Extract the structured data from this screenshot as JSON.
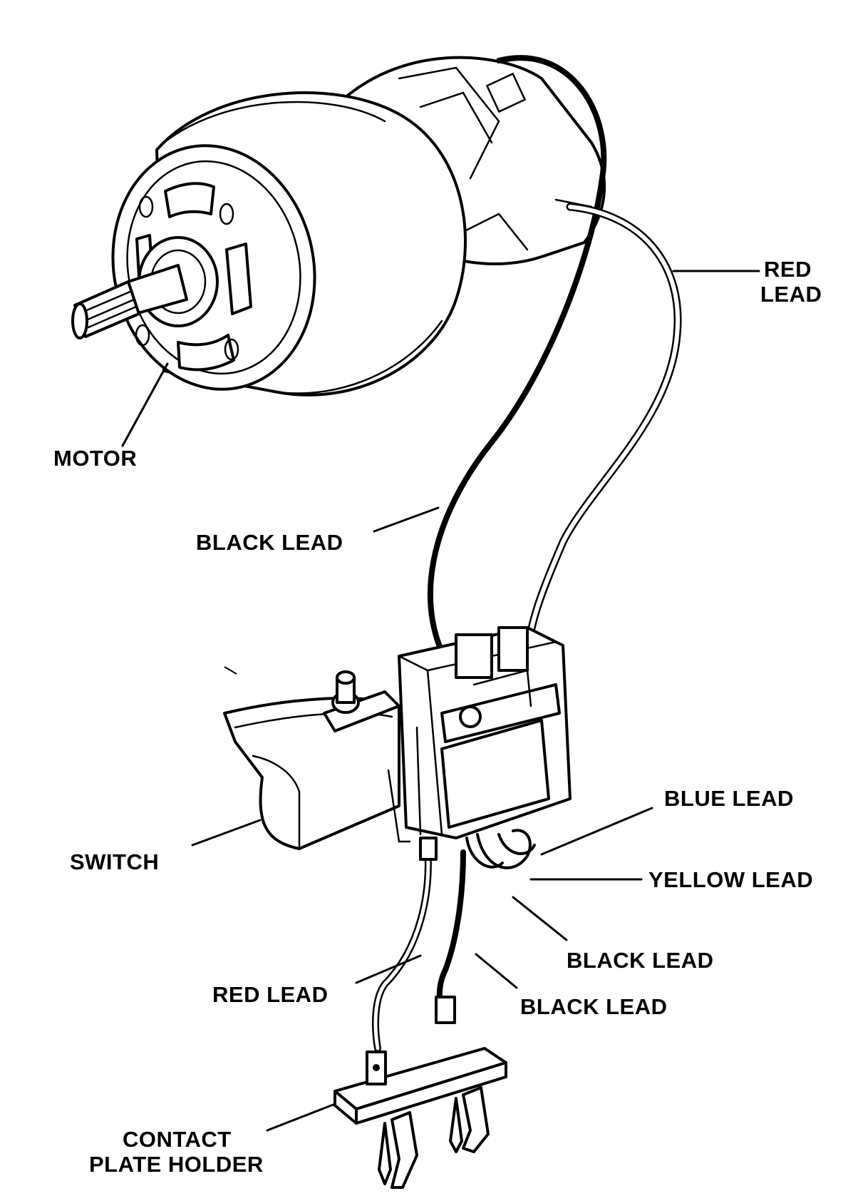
{
  "labels": {
    "motor": "MOTOR",
    "red_lead_top_1": "RED",
    "red_lead_top_2": "LEAD",
    "black_lead_upper": "BLACK LEAD",
    "switch": "SWITCH",
    "blue_lead": "BLUE LEAD",
    "yellow_lead": "YELLOW LEAD",
    "black_lead_right": "BLACK LEAD",
    "red_lead_lower": "RED LEAD",
    "black_lead_lower": "BLACK LEAD",
    "contact_1": "CONTACT",
    "contact_2": "PLATE HOLDER"
  }
}
